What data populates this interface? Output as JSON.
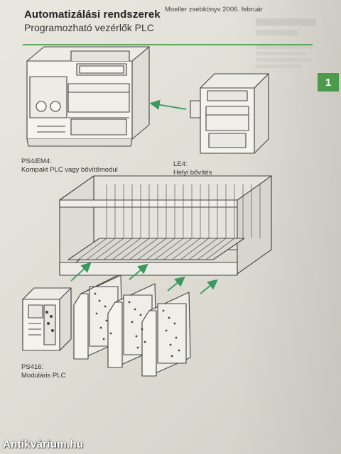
{
  "header": {
    "title": "Automatizálási rendszerek",
    "subtitle": "Programozható vezérlők PLC",
    "note": "Moeller zsebkönyv 2006. február"
  },
  "chapter_tab": "1",
  "figures": {
    "compact": {
      "model": "PS4/EM4:",
      "description": "Kompakt PLC vagy bővítőmodul"
    },
    "local": {
      "model": "LE4:",
      "description": "Helyi bővítés"
    },
    "modular": {
      "model": "PS416:",
      "description": "Moduláris PLC"
    }
  },
  "watermark": "Antikvárium.hu",
  "colors": {
    "accent": "#4d9a4d",
    "arrow": "#3a9a5e"
  }
}
